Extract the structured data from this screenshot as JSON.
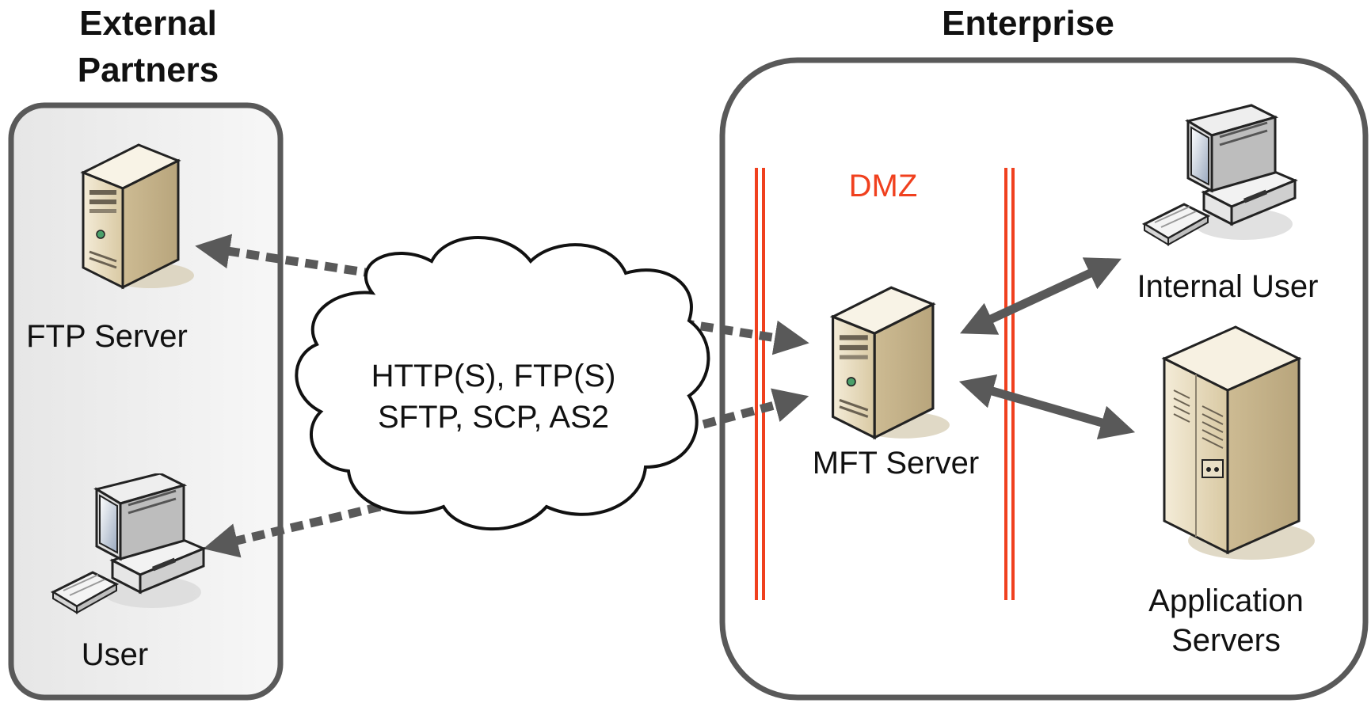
{
  "groups": {
    "external_title_line1": "External",
    "external_title_line2": "Partners",
    "enterprise_title": "Enterprise"
  },
  "zone": {
    "label": "DMZ",
    "color": "#f0401e"
  },
  "nodes": {
    "ftp_server": "FTP Server",
    "user": "User",
    "mft_server": "MFT Server",
    "internal_user": "Internal User",
    "application_servers_line1": "Application",
    "application_servers_line2": "Servers"
  },
  "cloud": {
    "line1": "HTTP(S), FTP(S)",
    "line2": "SFTP, SCP, AS2"
  },
  "icons": {
    "ftp_server": "tower-server-icon",
    "user": "desktop-computer-icon",
    "mft_server": "tower-server-icon",
    "internal_user": "desktop-computer-icon",
    "application_servers": "rack-server-icon"
  },
  "colors": {
    "border": "#595959",
    "arrow": "#595959",
    "server_body": "#e8dcc2",
    "firewall": "#f0401e"
  }
}
